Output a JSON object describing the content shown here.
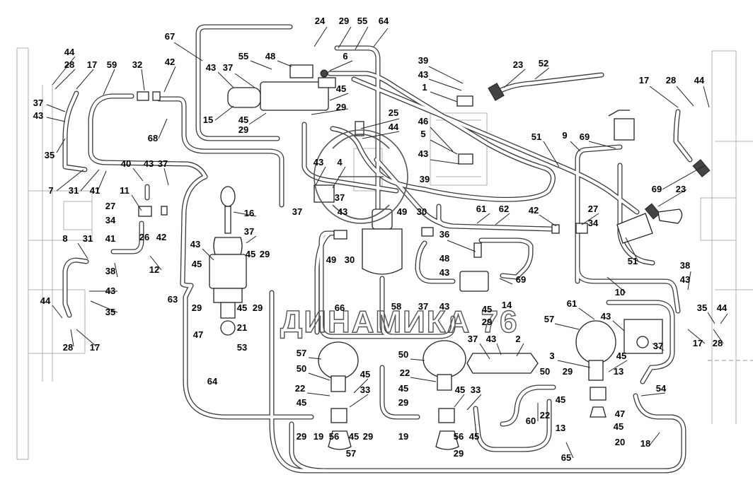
{
  "watermark": {
    "text": "ДИНАМИКА 76"
  },
  "callouts": [
    "44",
    "28",
    "17",
    "37",
    "43",
    "35",
    "59",
    "32",
    "42",
    "67",
    "68",
    "7",
    "31",
    "41",
    "40",
    "43",
    "37",
    "11",
    "27",
    "34",
    "26",
    "42",
    "8",
    "31",
    "41",
    "38",
    "43",
    "35",
    "12",
    "44",
    "28",
    "17",
    "55",
    "43",
    "37",
    "48",
    "24",
    "29",
    "55",
    "64",
    "6",
    "15",
    "45",
    "29",
    "45",
    "29",
    "16",
    "37",
    "43",
    "45",
    "29",
    "45",
    "29",
    "45",
    "29",
    "21",
    "47",
    "53",
    "63",
    "64",
    "39",
    "43",
    "1",
    "23",
    "52",
    "46",
    "5",
    "43",
    "39",
    "25",
    "44",
    "43",
    "4",
    "37",
    "37",
    "43",
    "49",
    "30",
    "49",
    "30",
    "58",
    "66",
    "61",
    "62",
    "42",
    "27",
    "34",
    "36",
    "48",
    "43",
    "37",
    "43",
    "14",
    "45",
    "29",
    "69",
    "17",
    "28",
    "44",
    "9",
    "51",
    "69",
    "23",
    "69",
    "51",
    "10",
    "38",
    "43",
    "35",
    "44",
    "17",
    "28",
    "57",
    "50",
    "22",
    "45",
    "29",
    "19",
    "45",
    "33",
    "56",
    "45",
    "29",
    "57",
    "50",
    "22",
    "45",
    "29",
    "19",
    "45",
    "33",
    "56",
    "45",
    "29",
    "60",
    "65",
    "37",
    "43",
    "2",
    "61",
    "57",
    "43",
    "37",
    "3",
    "50",
    "45",
    "13",
    "22",
    "29",
    "45",
    "13",
    "47",
    "45",
    "20",
    "54",
    "18",
    "66"
  ]
}
